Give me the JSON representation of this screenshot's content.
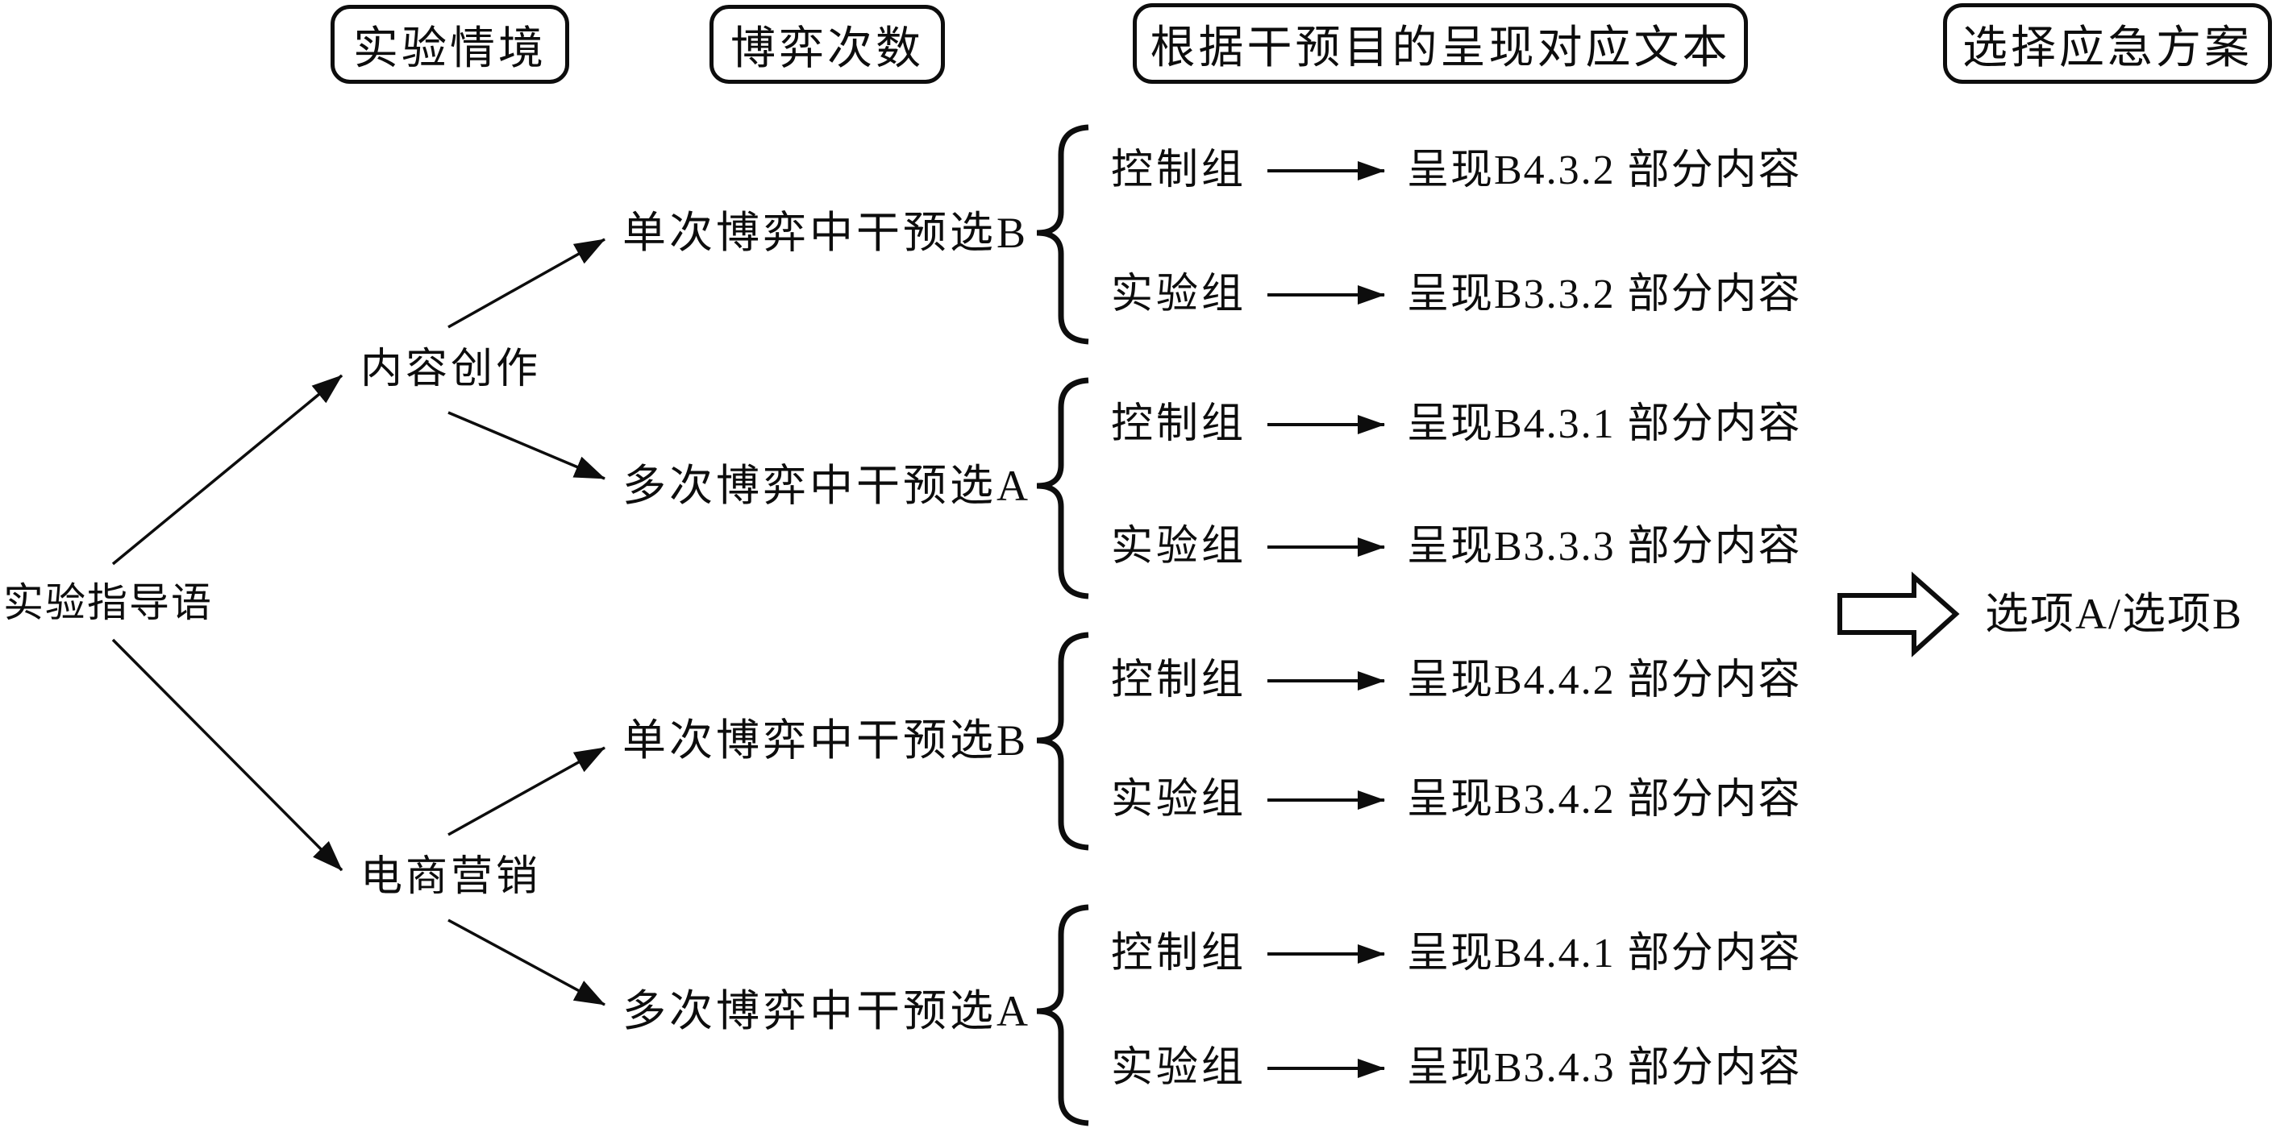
{
  "figure": {
    "background": "#ffffff",
    "ink": "#0d0d0d"
  },
  "headers": [
    {
      "label": "实验情境"
    },
    {
      "label": "博弈次数"
    },
    {
      "label": "根据干预目的呈现对应文本"
    },
    {
      "label": "选择应急方案"
    }
  ],
  "root": {
    "label": "实验指导语"
  },
  "scenarios": [
    {
      "label": "内容创作"
    },
    {
      "label": "电商营销"
    }
  ],
  "game_nodes": [
    {
      "label": "单次博弈中干预选B"
    },
    {
      "label": "多次博弈中干预选A"
    },
    {
      "label": "单次博弈中干预选B"
    },
    {
      "label": "多次博弈中干预选A"
    }
  ],
  "branches": [
    {
      "group": "控制组",
      "output": "呈现B4.3.2 部分内容"
    },
    {
      "group": "实验组",
      "output": "呈现B3.3.2 部分内容"
    },
    {
      "group": "控制组",
      "output": "呈现B4.3.1 部分内容"
    },
    {
      "group": "实验组",
      "output": "呈现B3.3.3 部分内容"
    },
    {
      "group": "控制组",
      "output": "呈现B4.4.2 部分内容"
    },
    {
      "group": "实验组",
      "output": "呈现B3.4.2 部分内容"
    },
    {
      "group": "控制组",
      "output": "呈现B4.4.1 部分内容"
    },
    {
      "group": "实验组",
      "output": "呈现B3.4.3 部分内容"
    }
  ],
  "outcome": {
    "label": "选项A/选项B"
  }
}
